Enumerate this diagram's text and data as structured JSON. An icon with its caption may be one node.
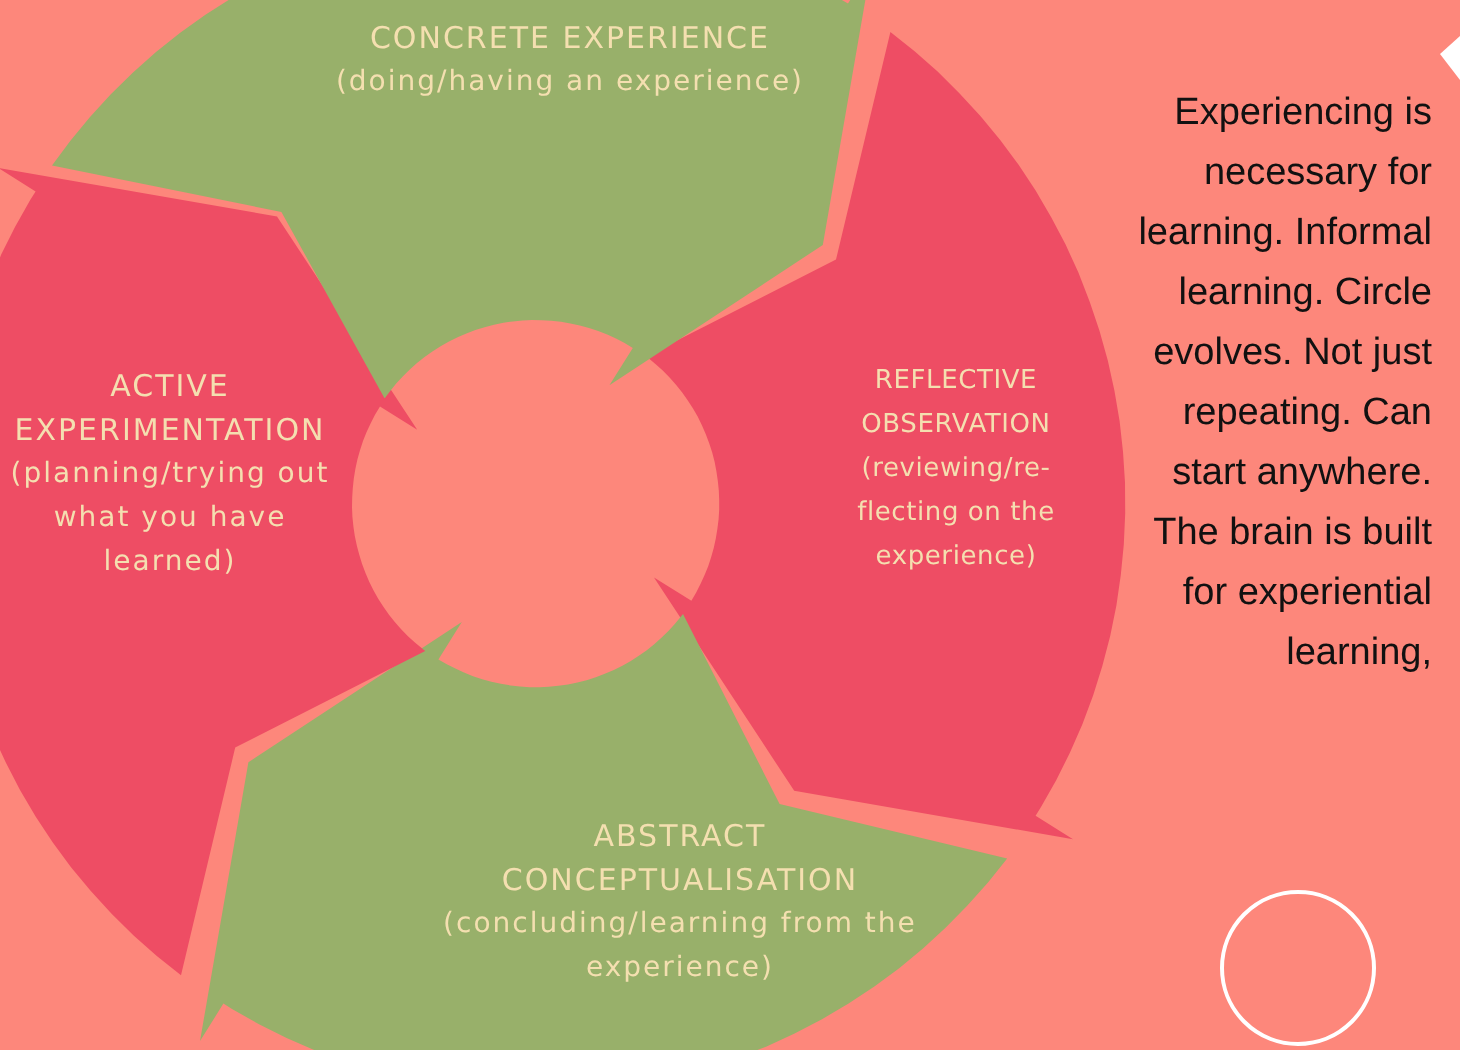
{
  "diagram": {
    "nodes": [
      {
        "text": [
          "CONCRETE EXPERIENCE",
          "(doing/having an experience)"
        ]
      },
      {
        "text": [
          "REFLECTIVE OBSERVATION",
          "(reviewing/re-flecting on the experience)"
        ]
      },
      {
        "text": [
          "ABSTRACT CONCEPTUALISATION",
          "(concluding/learning from the experience)"
        ]
      },
      {
        "text": [
          "ACTIVE EXPERIMENTATION",
          "(planning/trying out what you have learned)"
        ]
      },
      {
        "text": [],
        "shape": "circle"
      }
    ],
    "labels": [
      "Experiencing is necessary for learning. Informal learning. Circle evolves. Not just repeating. Can start anywhere. The brain is built for experiential learning,"
    ]
  }
}
